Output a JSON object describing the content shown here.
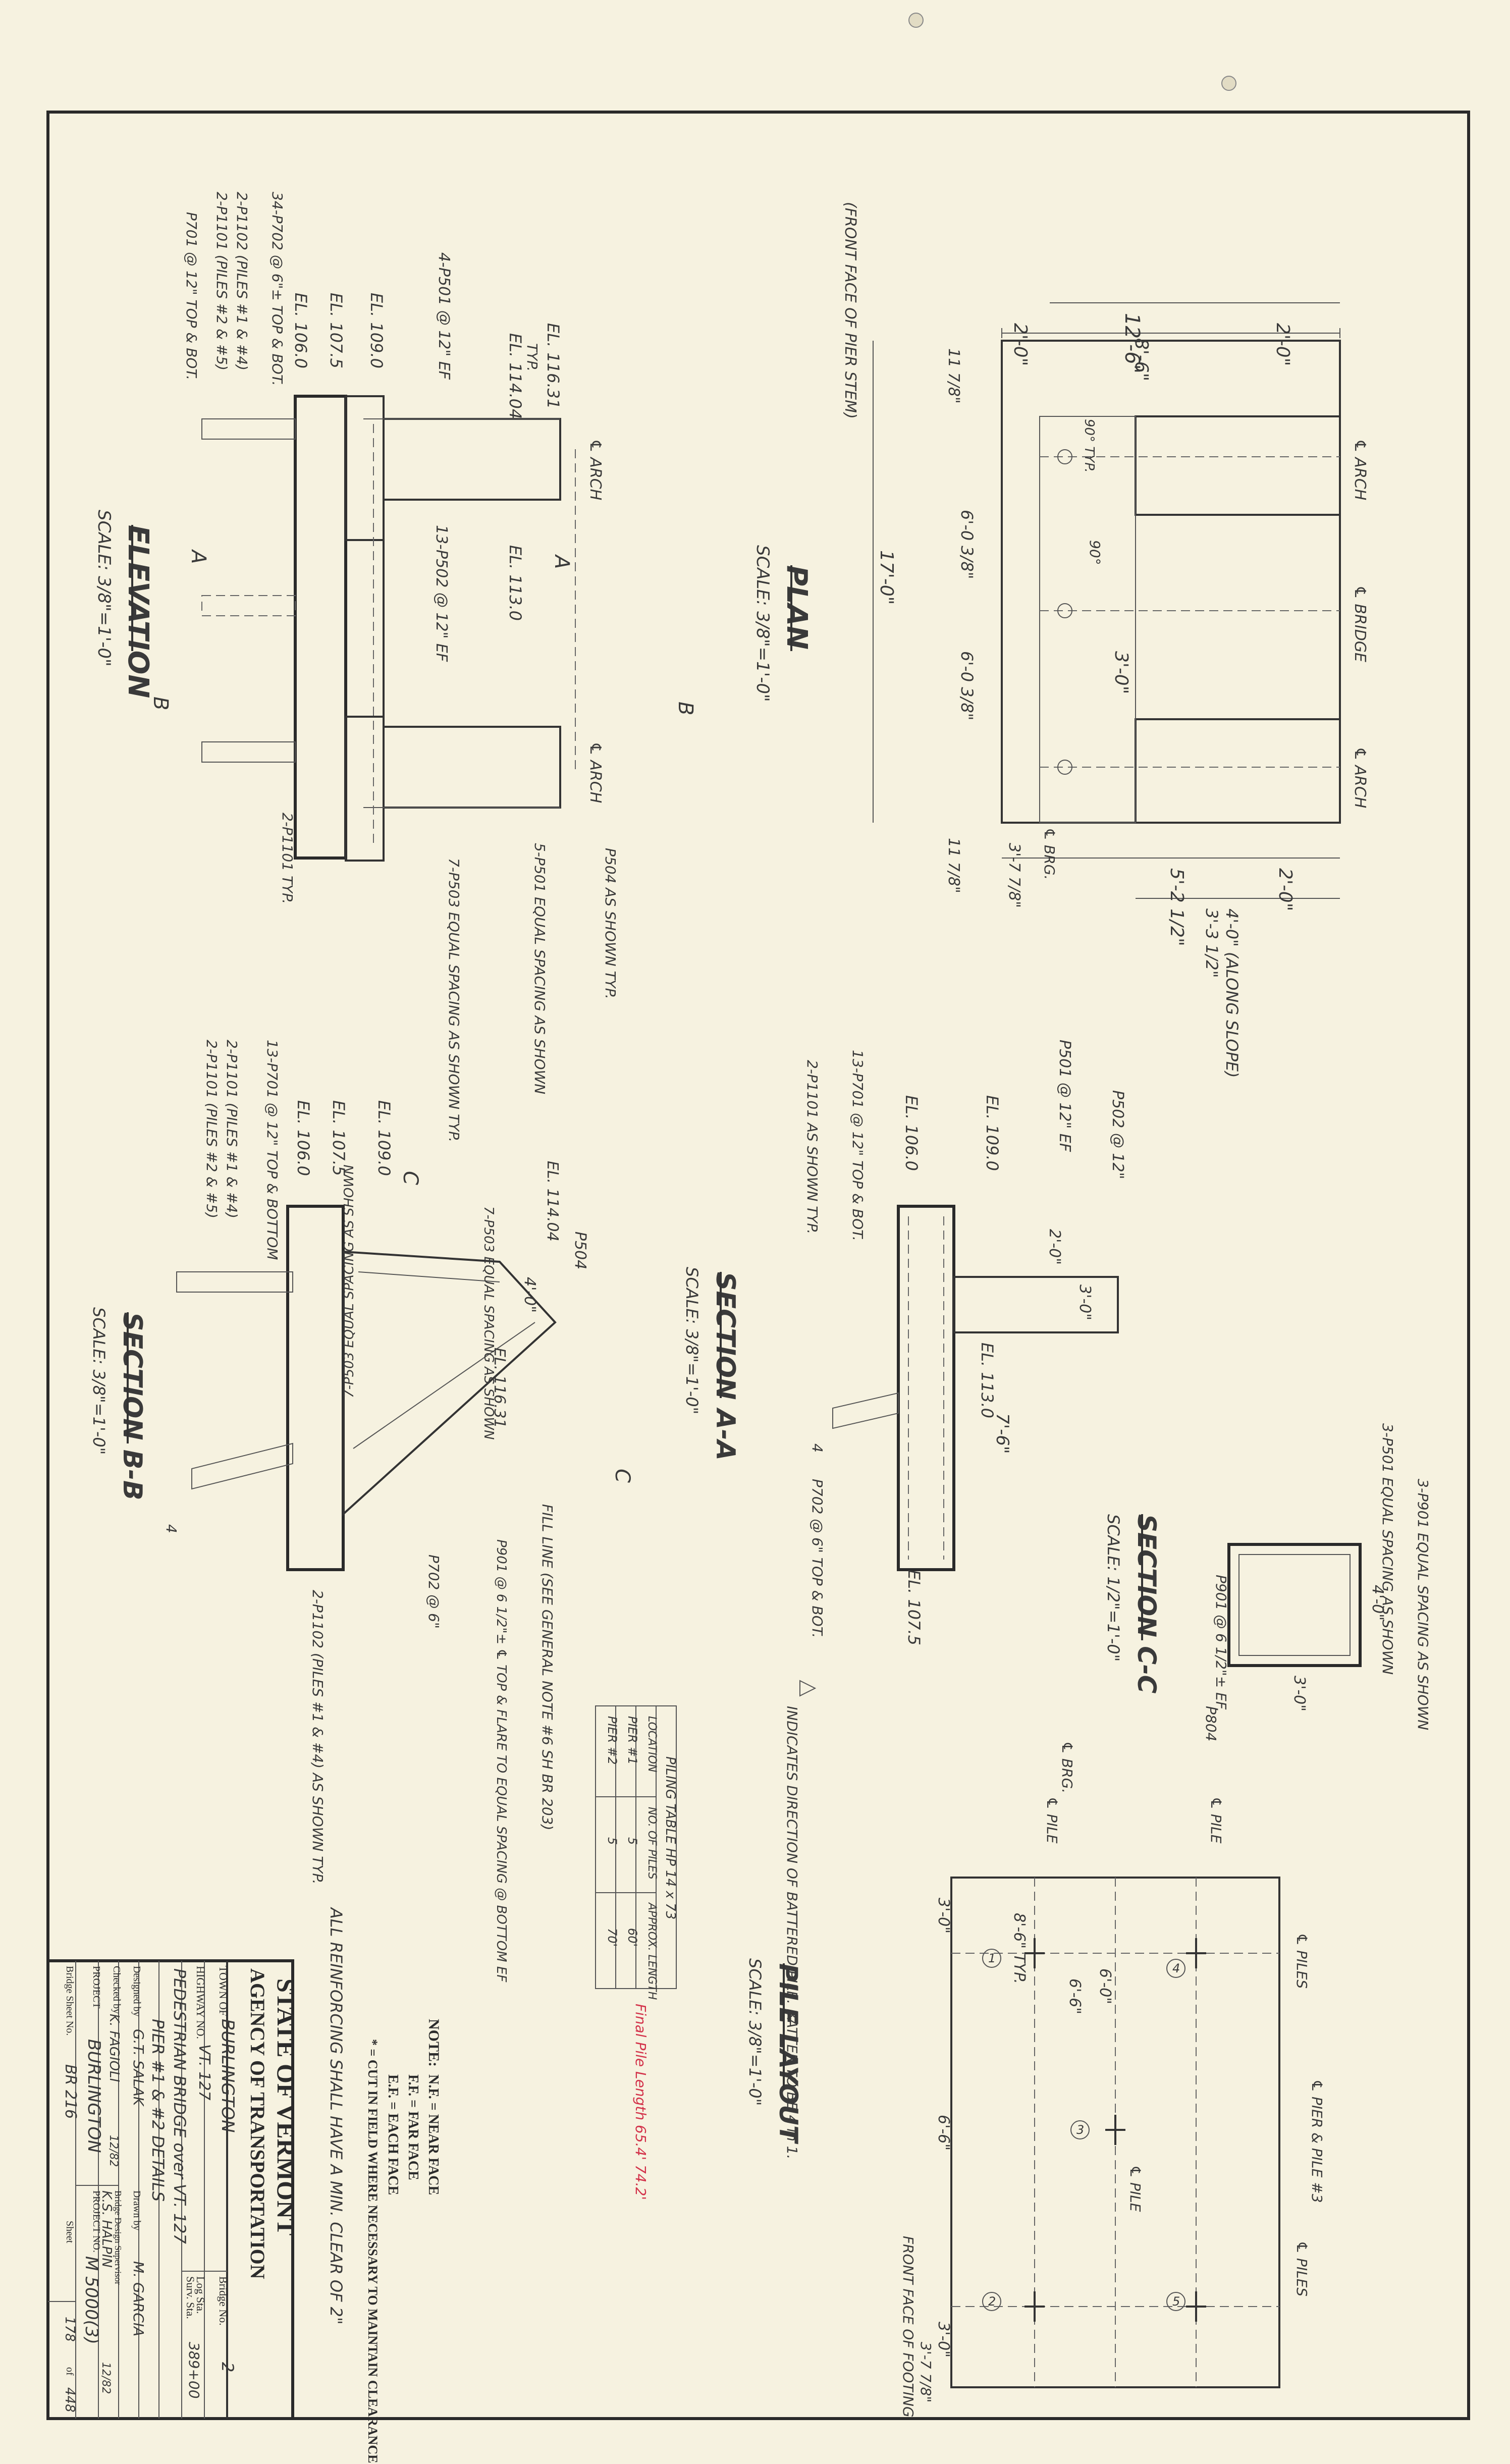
{
  "plan": {
    "title": "PLAN",
    "scale": "SCALE: 3/8\"=1'-0\"",
    "sta_front_face": "(FRONT FACE OF PIER STEM)",
    "dims": [
      "12'-6\"",
      "2'-0\"",
      "8'-6\"",
      "2'-0\"",
      "17'-0\"",
      "6'-0 3/8\"",
      "6'-0 3/8\"",
      "3'-0\"",
      "5'-2 1/2\"",
      "2'-0\"",
      "3'-3 1/2\"",
      "4'-0\" (ALONG SLOPE)",
      "3'-7 7/8\"",
      "11 7/8\"",
      "11 7/8\"",
      "90° TYP.",
      "90°"
    ],
    "labels": [
      "℄ ARCH",
      "℄ BRIDGE",
      "℄ ARCH",
      "℄ BRG."
    ]
  },
  "elevation": {
    "title": "ELEVATION",
    "scale": "SCALE: 3/8\"=1'-0\"",
    "labels": [
      "EL. 116.31",
      "EL. 114.04",
      "EL. 113.0",
      "EL. 109.0",
      "EL. 107.5",
      "EL. 106.0",
      "TYP.",
      "4-P501 @ 12\" EF",
      "13-P502 @ 12\" EF",
      "34-P702 @ 6\"± TOP & BOT.",
      "2-P1102 (PILES #1 & #4)",
      "2-P1101 (PILES #2 & #5)",
      "P701 @ 12\" TOP & BOT.",
      "P504 AS SHOWN TYP.",
      "5-P501 EQUAL SPACING AS SHOWN",
      "7-P503 EQUAL SPACING AS SHOWN TYP.",
      "2-P1101 TYP.",
      "℄ ARCH",
      "℄ ARCH",
      "A",
      "A",
      "B",
      "B"
    ]
  },
  "section_aa": {
    "title": "SECTION A-A",
    "scale": "SCALE: 3/8\"=1'-0\"",
    "labels": [
      "P502 @ 12\"",
      "P501 @ 12\" EF",
      "EL. 109.0",
      "EL. 106.0",
      "13-P701 @ 12\" TOP & BOT.",
      "2-P1101 AS SHOWN TYP.",
      "EL. 113.0",
      "EL. 107.5",
      "P702 @ 6\" TOP & BOT.",
      "2'-0\"",
      "3'-0\"",
      "7'-6\"",
      "4"
    ]
  },
  "section_bb": {
    "title": "SECTION B-B",
    "scale": "SCALE: 3/8\"=1'-0\"",
    "labels": [
      "EL. 114.04",
      "P504",
      "EL. 109.0",
      "EL. 107.5",
      "EL. 106.0",
      "13-P701 @ 12\" TOP & BOTTOM",
      "2-P1101 (PILES #1 & #4)",
      "2-P1101 (PILES #2 & #5)",
      "7-P503 EQUAL SPACING AS SHOWN",
      "4'-0\"",
      "EL. 116.31",
      "7-P503 EQUAL SPACING AS SHOWN",
      "FILL LINE (SEE GENERAL NOTE #6 SH BR 203)",
      "P901 @ 6 1/2\"± ℄ TOP & FLARE TO EQUAL SPACING @ BOTTOM EF",
      "P702 @ 6\"",
      "2-P1102 (PILES #1 & #4) AS SHOWN TYP.",
      "C",
      "C",
      "4"
    ]
  },
  "section_cc": {
    "title": "SECTION C-C",
    "scale": "SCALE: 1/2\"=1'-0\"",
    "labels": [
      "3-P901 EQUAL SPACING AS SHOWN",
      "3-P501 EQUAL SPACING AS SHOWN",
      "4'-0\"",
      "3'-0\"",
      "P901 @ 6 1/2\"± EF.",
      "P804"
    ]
  },
  "pile_note": {
    "text": "INDICATES DIRECTION OF BATTERED PILE. BATTER TO BE 4 in 1."
  },
  "piling_table": {
    "title": "PILING TABLE HP 14 x 73",
    "headers": [
      "LOCATION",
      "NO. OF PILES",
      "APPROX. LENGTH"
    ],
    "rows": [
      [
        "PIER #1",
        "5",
        "60'"
      ],
      [
        "PIER #2",
        "5",
        "70'"
      ]
    ],
    "annotation": "Final Pile Length 65.4' 74.2'"
  },
  "pile_layout": {
    "title": "PILE LAYOUT",
    "scale": "SCALE: 3/8\"=1'-0\"",
    "labels": [
      "℄ BRG.",
      "℄ PILE",
      "℄ PILE",
      "℄ PILES",
      "℄ PIER & PILE #3",
      "℄ PILE",
      "℄ PILES",
      "FRONT FACE OF FOOTING",
      "6'-0\"",
      "6'-6\"",
      "8'-6\" TYP.",
      "3'-0\"",
      "6'-6\"",
      "3'-0\"",
      "3'-7 7/8\""
    ],
    "piles": [
      "1",
      "2",
      "3",
      "4",
      "5"
    ]
  },
  "notes": {
    "heading": "NOTE:",
    "lines": [
      "N.F. = NEAR FACE",
      "F.F. = FAR FACE",
      "E.F. = EACH FACE",
      "* = CUT IN FIELD WHERE NECESSARY TO MAINTAIN CLEARANCE"
    ],
    "reinforcing": "ALL REINFORCING SHALL HAVE A MIN. CLEAR OF 2\""
  },
  "title_block": {
    "state": "STATE OF VERMONT",
    "agency": "AGENCY OF TRANSPORTATION",
    "town_label": "TOWN OF",
    "town": "BURLINGTON",
    "bridge_no_label": "Bridge No.",
    "bridge_no": "2",
    "highway_label": "HIGHWAY NO.",
    "highway": "VT. 127",
    "log_sta_label": "Log Sta.",
    "surv_sta_label": "Surv. Sta.",
    "surv_sta": "389+00",
    "project_title": "PEDESTRIAN BRIDGE over VT. 127",
    "sheet_title": "PIER #1 & #2 DETAILS",
    "designed_label": "Designed by",
    "designed": "G.T. SALAK",
    "drawn_label": "Drawn by",
    "drawn": "M. GARCIA",
    "checked_label": "Checked by",
    "checked": "K. FAGIOLI",
    "checked_date": "12/82",
    "supervisor_label": "Bridge Design Supervisor",
    "supervisor": "K.S. HALPIN",
    "supervisor_date": "12/82",
    "project_label": "PROJECT",
    "project": "BURLINGTON",
    "project_no_label": "PROJECT NO.",
    "project_no": "M 5000(3)",
    "bridge_sheet_label": "Bridge Sheet No.",
    "bridge_sheet": "BR 216",
    "sheet_label": "Sheet",
    "sheet": "178",
    "of_label": "of",
    "of": "448"
  }
}
